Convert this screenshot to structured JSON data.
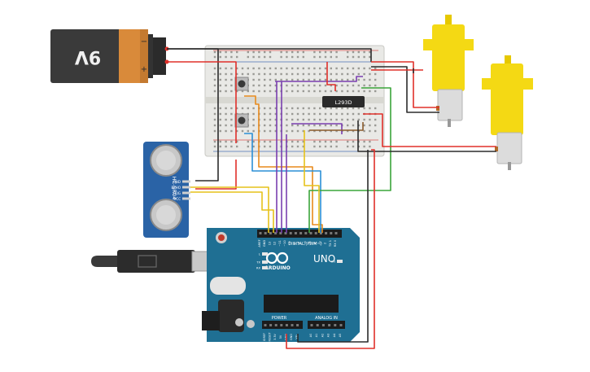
{
  "battery": {
    "label": "9V",
    "minus": "−",
    "plus": "+"
  },
  "ic": {
    "label": "L293D"
  },
  "sensor": {
    "label": "HC-SR04",
    "pins": [
      "GND",
      "ECHO",
      "TRIG",
      "VCC"
    ]
  },
  "arduino": {
    "brand": "ARDUINO",
    "model": "UNO",
    "digital_label": "DIGITAL (PWM~)",
    "power_label": "POWER",
    "analog_label": "ANALOG IN",
    "top_pins": [
      "AREF",
      "GND",
      "13",
      "12",
      "~11",
      "~10",
      "~9",
      "8",
      "7",
      "~6",
      "~5",
      "4",
      "~3",
      "2",
      "TX 1",
      "RX 0"
    ],
    "power_pins": [
      "IOREF",
      "RESET",
      "3.3V",
      "5V",
      "GND",
      "GND",
      "Vin"
    ],
    "analog_pins": [
      "A0",
      "A1",
      "A2",
      "A3",
      "A4",
      "A5"
    ],
    "led_labels": [
      "L",
      "TX",
      "RX",
      "ON"
    ]
  },
  "colors": {
    "wire_red": "#e0302a",
    "wire_black": "#2b2b2b",
    "wire_orange": "#e88a1c",
    "wire_purple": "#7a3fb0",
    "wire_green": "#3aa53a",
    "wire_yellow": "#e6c21a",
    "wire_blue": "#2b8fd6",
    "wire_brown": "#8a5a2b",
    "arduino_blue": "#1f6f93",
    "motor_yellow": "#f4d914"
  }
}
